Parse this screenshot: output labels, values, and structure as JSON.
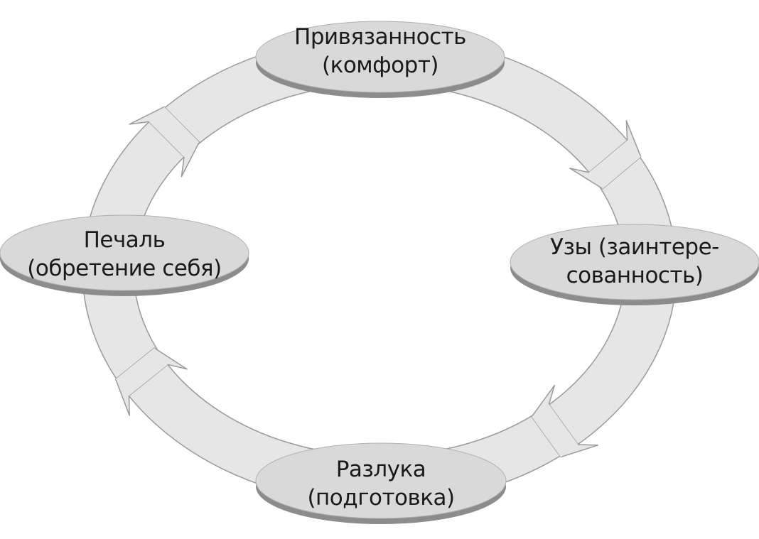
{
  "diagram": {
    "type": "cycle",
    "direction": "clockwise",
    "nodes": [
      {
        "id": "top",
        "line1": "Привязанность",
        "line2": "(комфорт)"
      },
      {
        "id": "right",
        "line1": "Узы (заинтере-",
        "line2": "сованность)"
      },
      {
        "id": "bottom",
        "line1": "Разлука",
        "line2": "(подготовка)"
      },
      {
        "id": "left",
        "line1": "Печаль",
        "line2": "(обретение себя)"
      }
    ],
    "colors": {
      "ring": "#e6e6e6",
      "ring_stroke": "#9a9a9a",
      "node_fill": "#d9d9d9",
      "node_edge": "#8c8c8c",
      "text": "#1a1a1a"
    }
  }
}
